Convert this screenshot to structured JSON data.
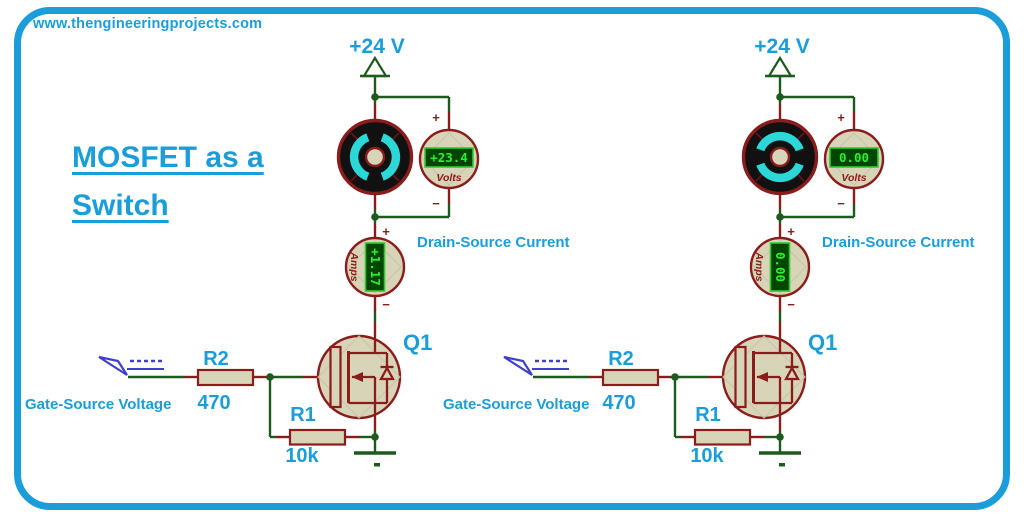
{
  "page": {
    "watermark": "www.thengineeringprojects.com",
    "title": {
      "line1": "MOSFET as a",
      "line2": "Switch"
    }
  },
  "colors": {
    "accent_blue": "#1B9DD9",
    "wire_green": "#1E5A1E",
    "component_red": "#8B1C1C",
    "component_fill": "#D8D4B8",
    "display_bg": "#004600",
    "display_text": "#2BF02B",
    "motor_cyan": "#2BD7D7",
    "switch_blue": "#4040CC"
  },
  "circuits": [
    {
      "id": "left-mosfet-on",
      "supply": "+24 V",
      "drain_current_label": "Drain-Source Current",
      "gate_voltage_label": "Gate-Source Voltage",
      "mosfet_ref": "Q1",
      "r2_ref": "R2",
      "r2_value": "470",
      "r1_ref": "R1",
      "r1_value": "10k",
      "voltmeter": {
        "reading": "+23.4",
        "unit": "Volts",
        "plus": "+",
        "minus": "−"
      },
      "ammeter": {
        "reading": "+1.17",
        "unit": "Amps",
        "plus": "+",
        "minus": "−"
      },
      "motor_state": "spinning"
    },
    {
      "id": "right-mosfet-off",
      "supply": "+24 V",
      "drain_current_label": "Drain-Source Current",
      "gate_voltage_label": "Gate-Source Voltage",
      "mosfet_ref": "Q1",
      "r2_ref": "R2",
      "r2_value": "470",
      "r1_ref": "R1",
      "r1_value": "10k",
      "voltmeter": {
        "reading": "0.00",
        "unit": "Volts",
        "plus": "+",
        "minus": "−"
      },
      "ammeter": {
        "reading": "0.00",
        "unit": "Amps",
        "plus": "+",
        "minus": "−"
      },
      "motor_state": "stopped"
    }
  ]
}
